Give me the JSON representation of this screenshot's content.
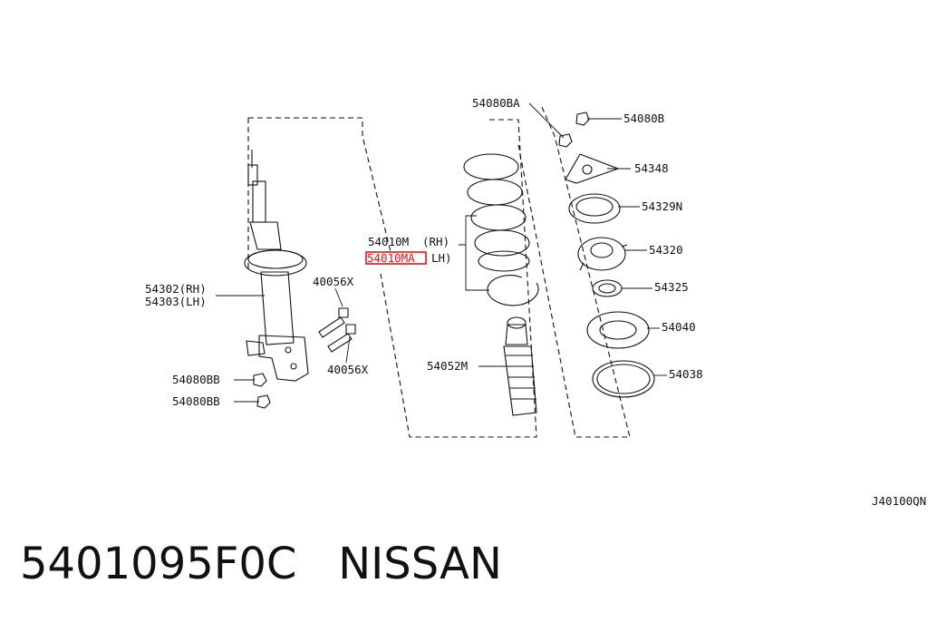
{
  "diagram": {
    "labels": {
      "p54010m": "54010M",
      "p54010m_side": "(RH)",
      "p54010ma": "54010MA",
      "p54010ma_side": "LH)",
      "p54302": "54302(RH)",
      "p54303": "54303(LH)",
      "p40056x_top": "40056X",
      "p40056x_bottom": "40056X",
      "p54080bb_top": "54080BB",
      "p54080bb_bottom": "54080BB",
      "p54080ba": "54080BA",
      "p54080b": "54080B",
      "p54348": "54348",
      "p54329n": "54329N",
      "p54320": "54320",
      "p54325": "54325",
      "p54040": "54040",
      "p54038": "54038",
      "p54052m": "54052M",
      "ref_code": "J40100QN"
    },
    "highlight_color": "#e0141e"
  },
  "footer": {
    "part_number": "5401095F0C",
    "brand": "NISSAN"
  }
}
